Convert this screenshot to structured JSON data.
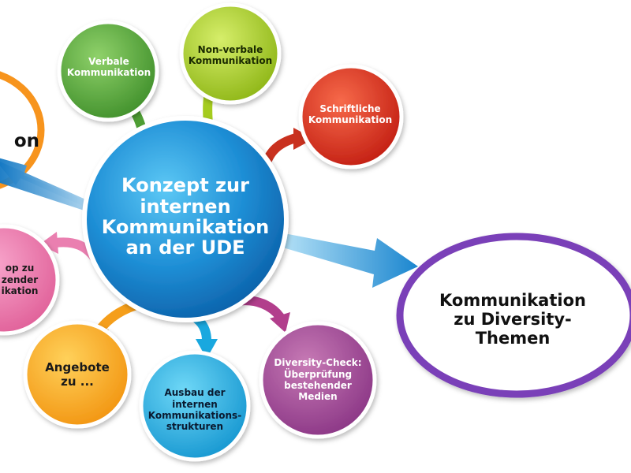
{
  "diagram": {
    "center": "Konzept zur\ninternen\nKommunikation\nan der UDE",
    "nodes": {
      "verbale": "Verbale\nKommunikation",
      "nonverbale": "Non-verbale\nKommunikation",
      "schriftliche": "Schriftliche\nKommunikation",
      "workshop_partial": "op zu\nzender\nikation",
      "angebote": "Angebote\nzu ...",
      "ausbau": "Ausbau der\ninternen\nKommunikations-\nstrukturen",
      "diversity_check": "Diversity-Check:\nÜberprüfung\nbestehender\nMedien",
      "diversity_themen": "Kommunikation\nzu Diversity-\nThemen",
      "left_partial": "on"
    },
    "colors": {
      "center": "#1f8fd6",
      "verbale": "#55a83a",
      "nonverbale": "#a5cc1e",
      "schriftliche": "#de3020",
      "workshop": "#ec6fa6",
      "angebote": "#f7a61d",
      "ausbau": "#1ba9e0",
      "diversity_check": "#a04a9a",
      "diversity_ring": "#7a3fb8",
      "left_ring": "#f7941d"
    }
  }
}
